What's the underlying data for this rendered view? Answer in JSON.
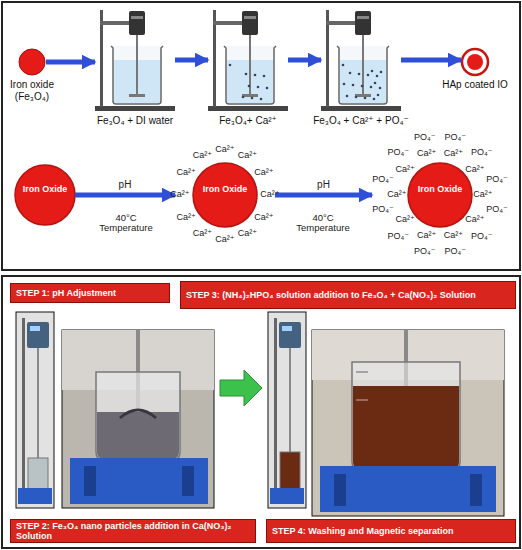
{
  "diagram": {
    "nodes": [
      {
        "text": [
          "Iron oxide (Fe₃O₄)"
        ]
      },
      {
        "text": [
          "Fe₃O₄ + DI water"
        ]
      },
      {
        "text": [
          "Fe₃O₄+ Ca²⁺"
        ]
      },
      {
        "text": [
          "Fe₃O₄ + Ca²⁺ + PO₄⁻"
        ]
      },
      {
        "text": [
          "HAp coated IO"
        ]
      },
      {
        "text": [
          "Iron Oxide"
        ]
      },
      {
        "text": [
          "Iron Oxide"
        ]
      },
      {
        "text": [
          "Iron Oxide"
        ]
      },
      {
        "text": [
          "STEP 1: pH Adjustment"
        ]
      },
      {
        "text": [
          "STEP 3: (NH₄)₂HPO₄ solution addition to Fe₃O₄ + Ca(NO₃)₂ Solution"
        ]
      },
      {
        "text": [
          "STEP 2: Fe₃O₄ nano particles addition in Ca(NO₃)₂ Solution"
        ]
      },
      {
        "text": [
          "STEP 4: Washing and Magnetic separation"
        ]
      }
    ],
    "edges": [
      {
        "from": 0,
        "to": 1,
        "arrow": "to"
      },
      {
        "from": 1,
        "to": 2,
        "arrow": "to"
      },
      {
        "from": 2,
        "to": 3,
        "arrow": "to"
      },
      {
        "from": 3,
        "to": 4,
        "arrow": "to"
      },
      {
        "from": 5,
        "to": 6,
        "label": "pH",
        "arrow": "to"
      },
      {
        "from": 6,
        "to": 7,
        "label": "pH",
        "arrow": "to"
      }
    ],
    "labels": [
      "40°C Temperature",
      "40°C Temperature",
      "Ca²⁺",
      "Ca²⁺",
      "Ca²⁺",
      "Ca²⁺",
      "Ca²⁺",
      "Ca²⁺",
      "Ca²⁺",
      "Ca²⁺",
      "Ca²⁺",
      "Ca²⁺",
      "Ca²⁺",
      "Ca²⁺",
      "Ca²⁺",
      "Ca²⁺",
      "Ca²⁺",
      "Ca²⁺",
      "Ca²⁺",
      "Ca²⁺",
      "Ca²⁺",
      "Ca²⁺",
      "Ca²⁺",
      "Ca²⁺",
      "PO₄⁻",
      "PO₄⁻",
      "PO₄⁻",
      "PO₄⁻",
      "PO₄⁻",
      "PO₄⁻",
      "PO₄⁻",
      "PO₄⁻",
      "PO₄⁻",
      "PO₄⁻",
      "PO₄⁻",
      "PO₄⁻"
    ]
  }
}
